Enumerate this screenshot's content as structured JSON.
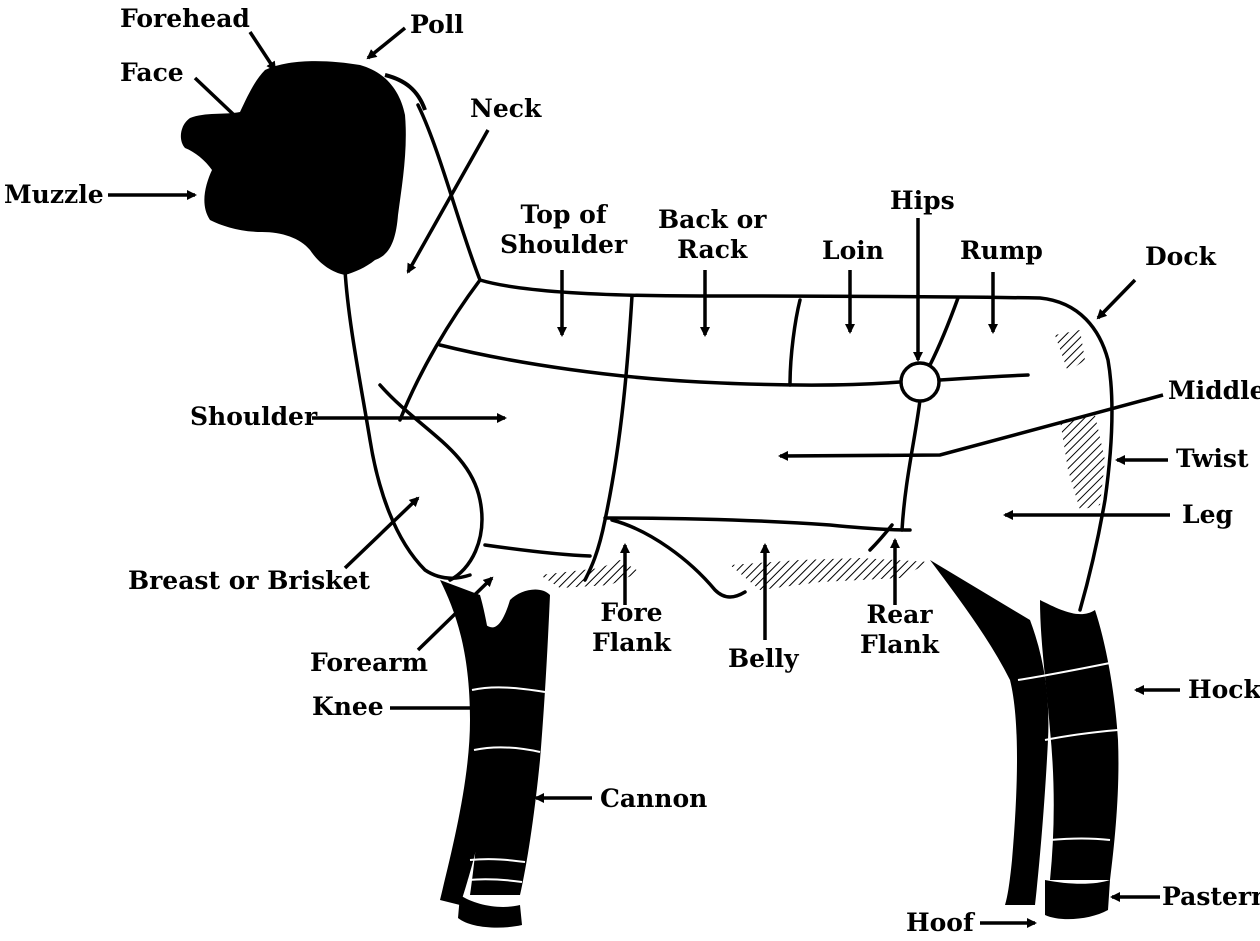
{
  "labels": {
    "forehead": "Forehead",
    "poll": "Poll",
    "face": "Face",
    "neck": "Neck",
    "muzzle": "Muzzle",
    "top_of_shoulder_1": "Top of",
    "top_of_shoulder_2": "Shoulder",
    "back_or_rack_1": "Back or",
    "back_or_rack_2": "Rack",
    "loin": "Loin",
    "hips": "Hips",
    "rump": "Rump",
    "dock": "Dock",
    "middle": "Middle",
    "shoulder": "Shoulder",
    "twist": "Twist",
    "leg": "Leg",
    "breast_or_brisket": "Breast or Brisket",
    "fore_flank_1": "Fore",
    "fore_flank_2": "Flank",
    "belly": "Belly",
    "rear_flank_1": "Rear",
    "rear_flank_2": "Flank",
    "forearm": "Forearm",
    "knee": "Knee",
    "hock": "Hock",
    "cannon": "Cannon",
    "pastern": "Pastern",
    "hoof": "Hoof"
  },
  "colors": {
    "ink": "#000000",
    "paper": "#ffffff"
  }
}
